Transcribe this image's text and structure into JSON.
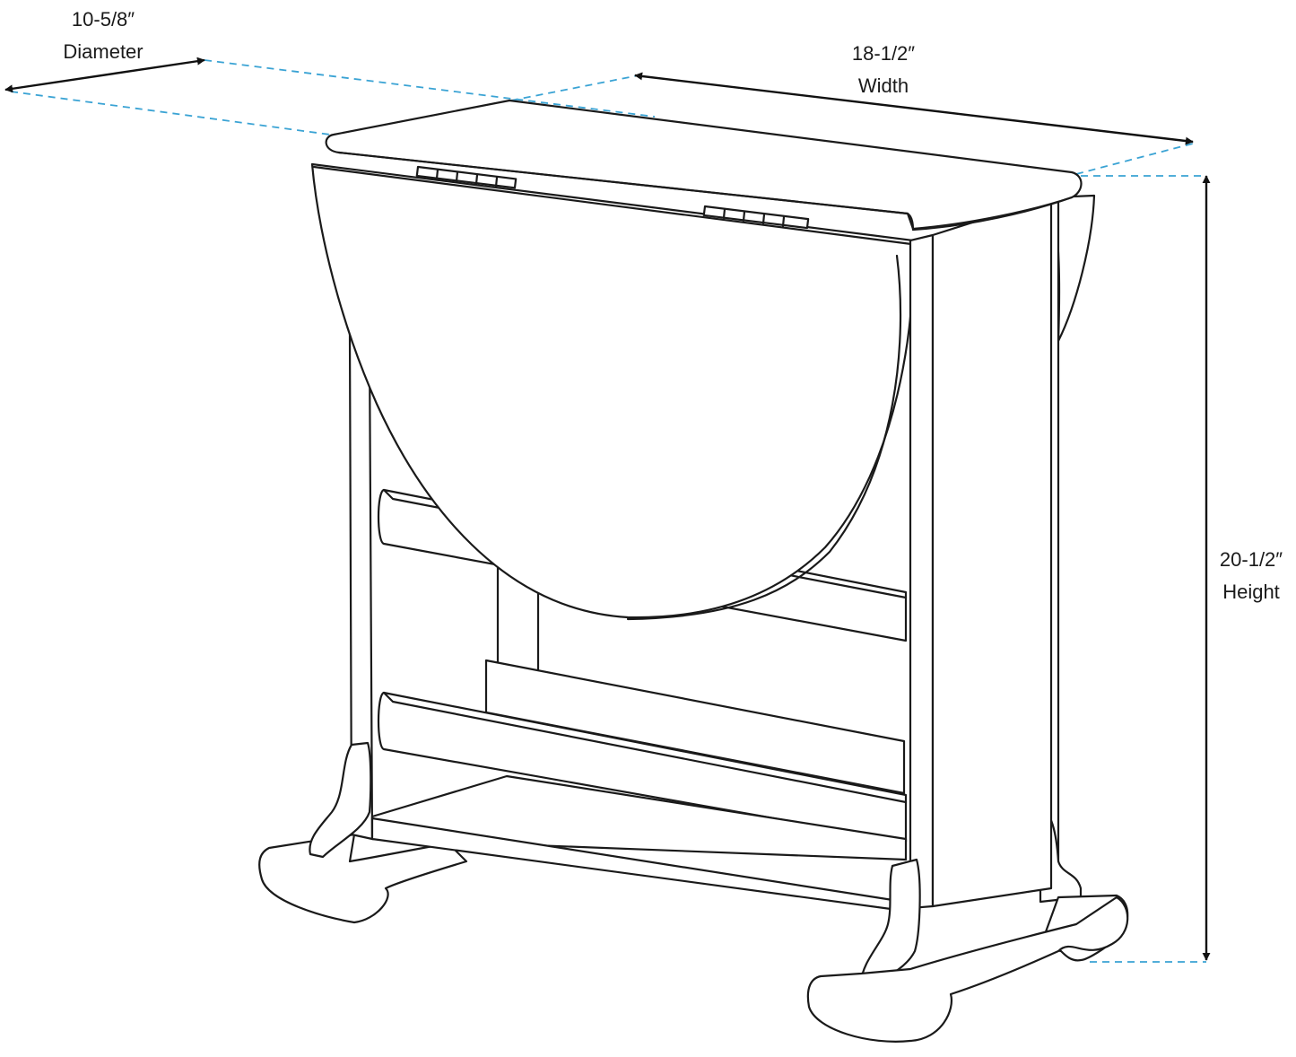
{
  "colors": {
    "line": "#1a1a1a",
    "guide": "#3aa3d4",
    "background": "#ffffff"
  },
  "dimensions": {
    "diameter": {
      "value": "10-5/8″",
      "name": "Diameter"
    },
    "width": {
      "value": "18-1/2″",
      "name": "Width"
    },
    "height": {
      "value": "20-1/2″",
      "name": "Height"
    }
  }
}
